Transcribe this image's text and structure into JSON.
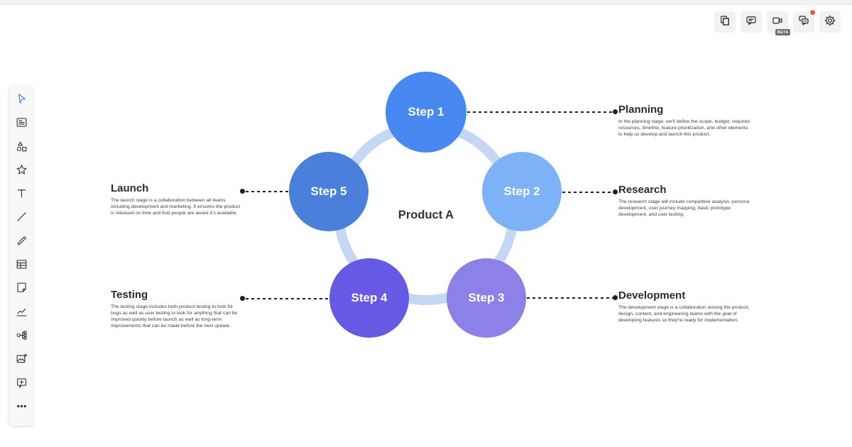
{
  "app": {
    "toolbar": {
      "buttons": [
        {
          "icon": "pages-icon"
        },
        {
          "icon": "comment-icon"
        },
        {
          "icon": "video-camera-icon",
          "badge": "BETA"
        },
        {
          "icon": "chat-icon",
          "has_notification": true
        },
        {
          "icon": "settings-gear-icon"
        }
      ],
      "notification_color": "#e8574d"
    },
    "sidebar": {
      "active_item": "select-tool",
      "items": [
        {
          "icon": "cursor-select-icon"
        },
        {
          "icon": "note-icon"
        },
        {
          "icon": "shapes-icon"
        },
        {
          "icon": "star-icon"
        },
        {
          "icon": "text-icon"
        },
        {
          "icon": "line-icon"
        },
        {
          "icon": "pen-icon"
        },
        {
          "icon": "table-icon"
        },
        {
          "icon": "sticky-note-icon"
        },
        {
          "icon": "chart-icon"
        },
        {
          "icon": "mindmap-icon"
        },
        {
          "icon": "add-image-icon"
        },
        {
          "icon": "add-comment-icon"
        },
        {
          "icon": "more-icon"
        }
      ]
    }
  },
  "diagram": {
    "center_label": "Product A",
    "ring_color": "#c5d8f3",
    "steps": [
      {
        "label": "Step 1",
        "circle_color": "#4789f1",
        "title": "Planning",
        "description": "In the planning stage, we'll define the scope, budget, required resources, timeline, feature prioritization, and other elements to help us develop and launch this product."
      },
      {
        "label": "Step 2",
        "circle_color": "#7eb2f7",
        "title": "Research",
        "description": "The research stage will include competitive analysis, persona development, user journey mapping, basic prototype development, and user testing."
      },
      {
        "label": "Step 3",
        "circle_color": "#8c80e9",
        "title": "Development",
        "description": "The development stage is a collaboration among the product, design, content, and engineering teams with the goal of developing features so they're ready for implementation."
      },
      {
        "label": "Step 4",
        "circle_color": "#6659e4",
        "title": "Testing",
        "description": "The testing stage includes both product testing to look for bugs as well as user testing to look for anything that can be improved quickly before launch as well as long-term improvements that can be made before the next update."
      },
      {
        "label": "Step 5",
        "circle_color": "#4a80dc",
        "title": "Launch",
        "description": "The launch stage is a collaboration between all teams including development and marketing. It ensures the product is released on time and that people are aware it's available."
      }
    ]
  }
}
